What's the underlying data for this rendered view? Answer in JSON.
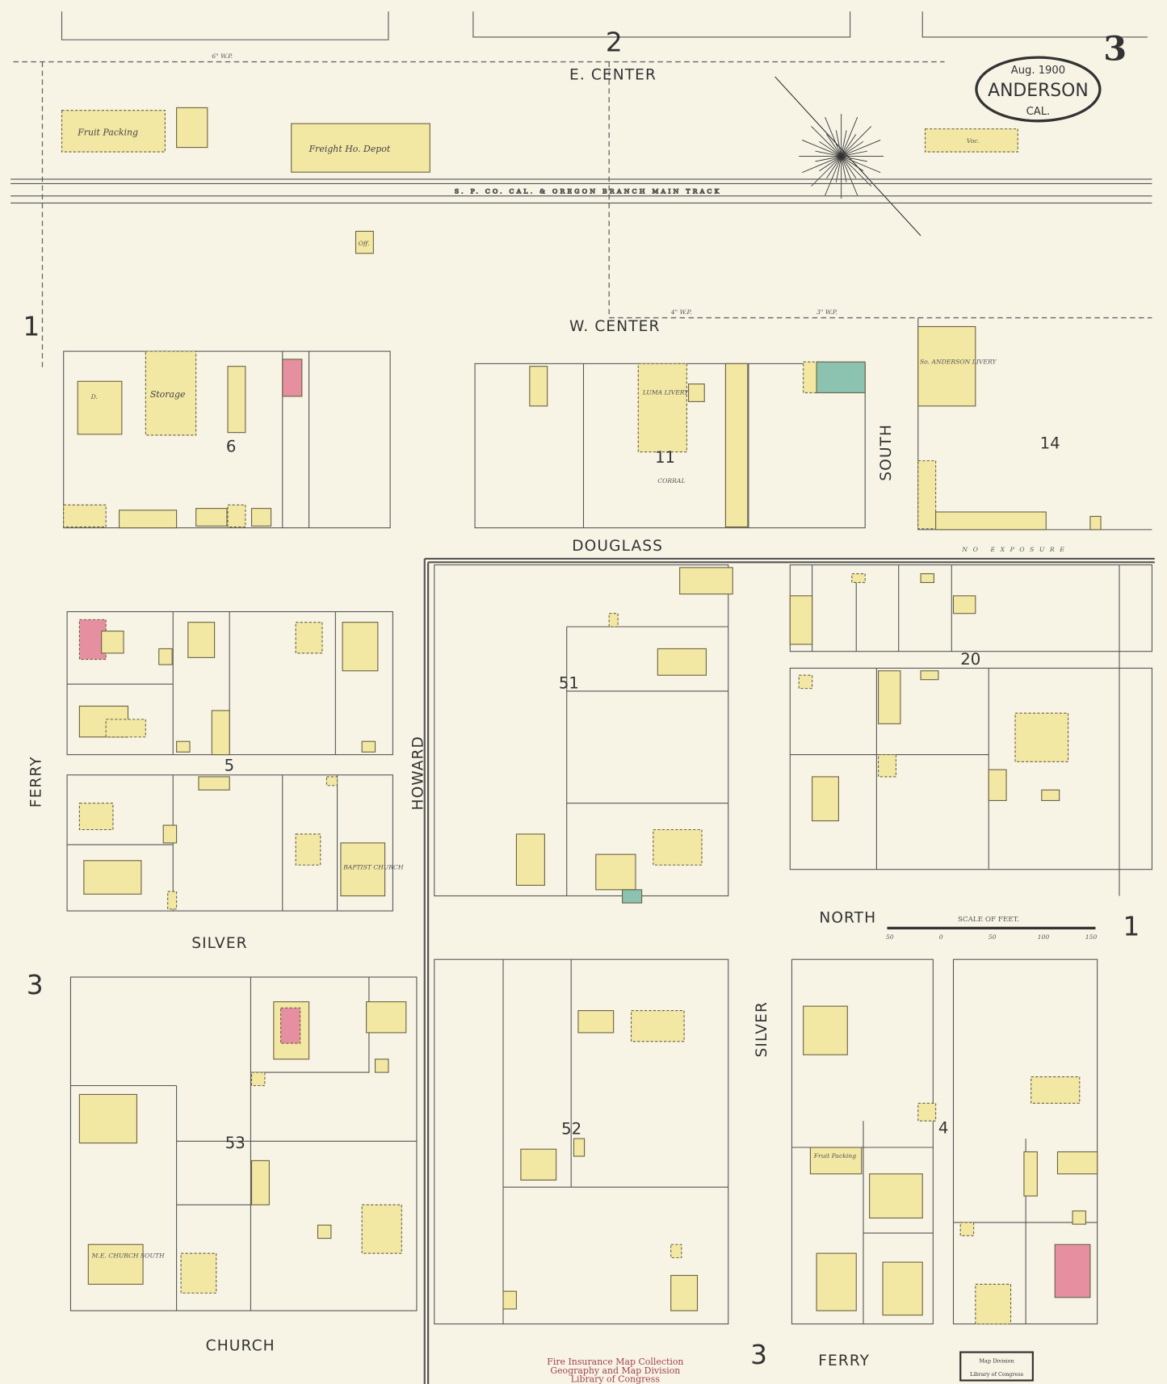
{
  "title": {
    "date": "Aug. 1900",
    "city": "ANDERSON",
    "state": "CAL."
  },
  "sheet_number": "3",
  "adjoining_sheets": {
    "top": "2",
    "left_top": "1",
    "right": "1",
    "left_bottom": "3",
    "bottom": "3"
  },
  "streets": {
    "e_center": "E. CENTER",
    "w_center": "W. CENTER",
    "douglass": "DOUGLASS",
    "south": "SOUTH",
    "north": "NORTH",
    "howard": "HOWARD",
    "ferry_left": "FERRY",
    "silver_h": "SILVER",
    "silver_v": "SILVER",
    "church": "CHURCH",
    "ferry_bottom": "FERRY"
  },
  "blocks": [
    "6",
    "11",
    "14",
    "51",
    "20",
    "5",
    "53",
    "52",
    "4"
  ],
  "building_labels": {
    "fruit_packing_top": "Fruit Packing",
    "freight_depot": "Freight Ho. Depot",
    "railroad": "S. P. CO.   CAL. & OREGON BRANCH   MAIN TRACK",
    "storage": "Storage",
    "luma_livery": "LUMA LIVERY",
    "corral": "CORRAL",
    "so_anderson_livery": "So. ANDERSON LIVERY",
    "no_exposure": "NO EXPOSURE",
    "baptist_church": "BAPTIST CHURCH",
    "me_church": "M.E. CHURCH SOUTH",
    "fruit_packing_bottom": "Fruit Packing",
    "office": "Off.",
    "vacant": "Voc.",
    "dwelling": "D."
  },
  "water_pipes": {
    "main": "6\" W.P.",
    "branch": "4\" W.P.",
    "small": "3\" W.P."
  },
  "scale": {
    "label": "SCALE OF FEET.",
    "ticks": [
      "50",
      "0",
      "50",
      "100",
      "150"
    ]
  },
  "stamps": {
    "collection": [
      "Fire Insurance Map Collection",
      "Geography and Map Division",
      "Library of Congress"
    ],
    "box": [
      "Map Division",
      "Library of Congress"
    ]
  },
  "colors": {
    "frame_brick": "#e58fa0",
    "frame": "#f2e7a3",
    "stone": "#8cc3b0",
    "paper": "#f7f4e6"
  }
}
